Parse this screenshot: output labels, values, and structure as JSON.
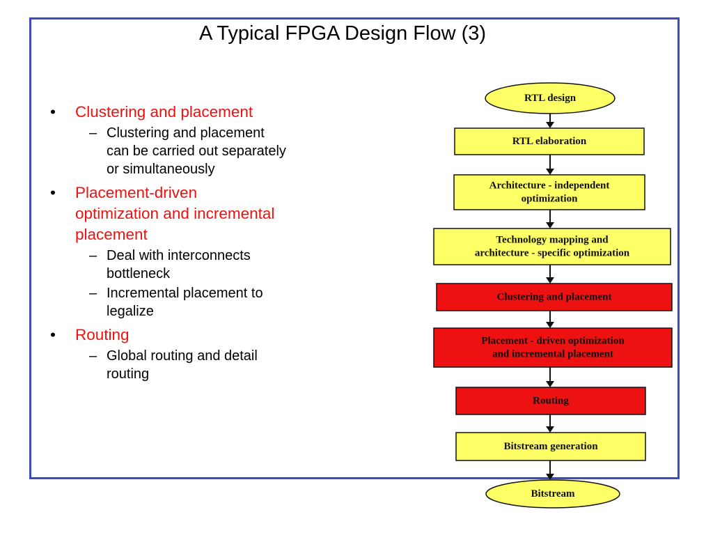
{
  "title": "A Typical FPGA Design Flow (3)",
  "bullets": [
    {
      "text": "Clustering and placement",
      "subs": [
        "Clustering and placement",
        "can be carried out separately",
        "or simultaneously"
      ]
    },
    {
      "text": [
        "Placement-driven",
        "optimization and incremental",
        "placement"
      ],
      "subs": [
        [
          "Deal with interconnects",
          "bottleneck"
        ],
        [
          "Incremental placement to",
          "legalize"
        ]
      ]
    },
    {
      "text": "Routing",
      "subs": [
        [
          "Global routing and detail",
          "routing"
        ]
      ]
    }
  ],
  "flow": {
    "colors": {
      "yellow": "#ffff66",
      "red": "#ee1111",
      "outline": "#111111"
    },
    "nodes": [
      {
        "id": "rtl-design",
        "shape": "ellipse",
        "fill": "yellow",
        "lines": [
          "RTL design"
        ]
      },
      {
        "id": "rtl-elaboration",
        "shape": "box",
        "fill": "yellow",
        "lines": [
          "RTL elaboration"
        ]
      },
      {
        "id": "arch-independent",
        "shape": "box",
        "fill": "yellow",
        "lines": [
          "Architecture   - independent",
          "optimization"
        ]
      },
      {
        "id": "tech-mapping",
        "shape": "box",
        "fill": "yellow",
        "lines": [
          "Technology mapping and",
          "architecture  - specific  optimization"
        ]
      },
      {
        "id": "clustering",
        "shape": "box",
        "fill": "red",
        "lines": [
          "Clustering and placement"
        ]
      },
      {
        "id": "placement-driven",
        "shape": "box",
        "fill": "red",
        "lines": [
          "Placement  - driven  optimization",
          "and incremental  placement"
        ]
      },
      {
        "id": "routing",
        "shape": "box",
        "fill": "red",
        "lines": [
          "Routing"
        ]
      },
      {
        "id": "bitstream-gen",
        "shape": "box",
        "fill": "yellow",
        "lines": [
          "Bitstream generation"
        ]
      },
      {
        "id": "bitstream",
        "shape": "ellipse",
        "fill": "yellow",
        "lines": [
          "Bitstream"
        ]
      }
    ]
  }
}
